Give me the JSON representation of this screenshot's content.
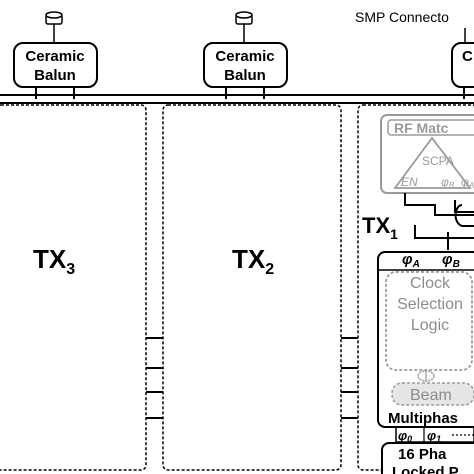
{
  "header": {
    "smp_connector_label": "SMP Connecto"
  },
  "baluns": [
    {
      "line1": "Ceramic",
      "line2": "Balun"
    },
    {
      "line1": "Ceramic",
      "line2": "Balun"
    },
    {
      "line1": "C"
    }
  ],
  "transmitters": {
    "tx3": {
      "main": "TX",
      "sub": "3"
    },
    "tx2": {
      "main": "TX",
      "sub": "2"
    },
    "tx1": {
      "main": "TX",
      "sub": "1"
    }
  },
  "rf_match": "RF Matc",
  "scpa": {
    "label": "SCPA",
    "en": "EN",
    "phi_b": "φ",
    "phi_b_sub": "B",
    "phi_a_partial": "φ",
    "phi_a_partial_sub": "A"
  },
  "phase_inputs": {
    "a": "φ",
    "a_sub": "A",
    "b": "φ",
    "b_sub": "B"
  },
  "clock_selection": {
    "line1": "Clock",
    "line2": "Selection",
    "line3": "Logic"
  },
  "beam_label": "Beam",
  "multiphase_label": "Multiphas",
  "phase_outputs": {
    "p0": "φ",
    "p0_sub": "0",
    "p1": "φ",
    "p1_sub": "1"
  },
  "pll": {
    "line1": "16 Pha",
    "line2": "Locked P"
  },
  "colors": {
    "line": "#000000",
    "grey_block": "#9a9a9a",
    "grey_fill": "#e6e6e6"
  }
}
